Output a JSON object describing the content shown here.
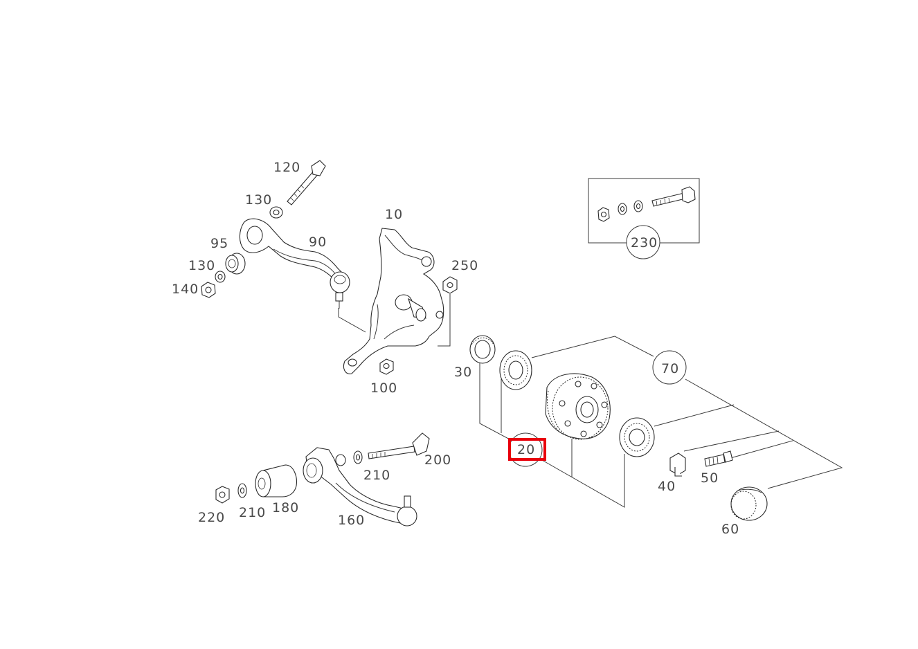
{
  "parts": [
    {
      "id": "p10",
      "number": "10"
    },
    {
      "id": "p20",
      "number": "20"
    },
    {
      "id": "p30",
      "number": "30"
    },
    {
      "id": "p40",
      "number": "40"
    },
    {
      "id": "p50",
      "number": "50"
    },
    {
      "id": "p60",
      "number": "60"
    },
    {
      "id": "p70",
      "number": "70"
    },
    {
      "id": "p90",
      "number": "90"
    },
    {
      "id": "p95",
      "number": "95"
    },
    {
      "id": "p100",
      "number": "100"
    },
    {
      "id": "p120",
      "number": "120"
    },
    {
      "id": "p130a",
      "number": "130"
    },
    {
      "id": "p130b",
      "number": "130"
    },
    {
      "id": "p140",
      "number": "140"
    },
    {
      "id": "p160",
      "number": "160"
    },
    {
      "id": "p180",
      "number": "180"
    },
    {
      "id": "p200",
      "number": "200"
    },
    {
      "id": "p210a",
      "number": "210"
    },
    {
      "id": "p210b",
      "number": "210"
    },
    {
      "id": "p220",
      "number": "220"
    },
    {
      "id": "p230",
      "number": "230"
    },
    {
      "id": "p250",
      "number": "250"
    }
  ],
  "highlight": {
    "number": "20",
    "color": "#e8000b"
  }
}
